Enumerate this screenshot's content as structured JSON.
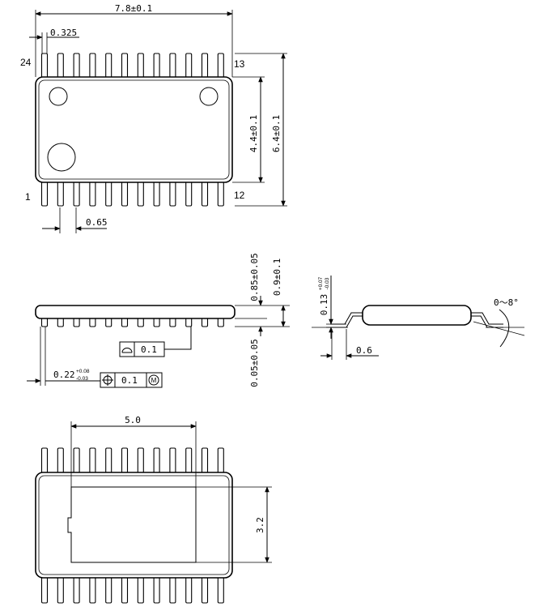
{
  "top_view": {
    "overall_width": "7.8±0.1",
    "lead_width": "0.325",
    "pin_first_top": "24",
    "pin_last_top": "13",
    "pin_first_bottom": "1",
    "pin_last_bottom": "12",
    "body_width": "4.4±0.1",
    "total_width": "6.4±0.1",
    "pitch": "0.65",
    "pins_per_side": 12
  },
  "side_view": {
    "body_height": "0.85±0.05",
    "total_height": "0.9±0.1",
    "standoff": "0.05±0.05",
    "flatness_value": "0.1",
    "lead_width_main": "0.22",
    "lead_width_tol_upper": "+0.08",
    "lead_width_tol_lower": "-0.03",
    "position_value": "0.1",
    "position_modifier": "M"
  },
  "end_view": {
    "lead_thickness_main": "0.13",
    "lead_thickness_tol_upper": "+0.07",
    "lead_thickness_tol_lower": "-0.03",
    "lead_length": "0.6",
    "angle": "0～8°"
  },
  "bottom_view": {
    "pad_width": "5.0",
    "pad_height": "3.2"
  }
}
